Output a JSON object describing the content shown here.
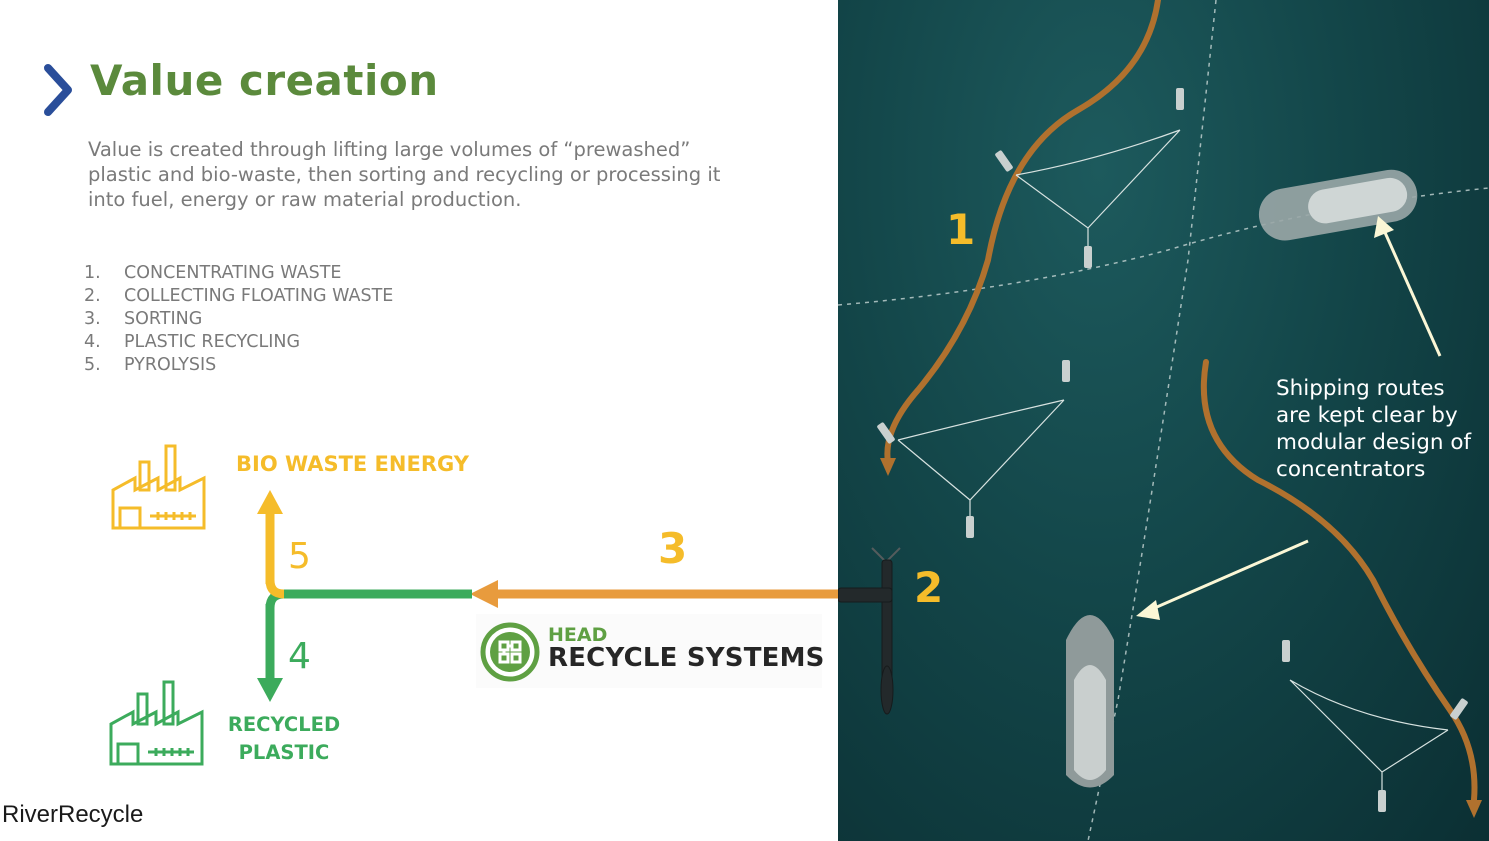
{
  "slide": {
    "title": "Value creation",
    "intro": "Value is created through lifting large volumes of “prewashed” plastic and bio-waste, then sorting and recycling or processing it into fuel, energy or raw material production.",
    "steps": [
      {
        "num": "1.",
        "label": "CONCENTRATING  WASTE"
      },
      {
        "num": "2.",
        "label": "COLLECTING FLOATING WASTE"
      },
      {
        "num": "3.",
        "label": "SORTING"
      },
      {
        "num": "4.",
        "label": "PLASTIC RECYCLING"
      },
      {
        "num": "5.",
        "label": "PYROLYSIS"
      }
    ],
    "footer_brand": "RiverRecycle"
  },
  "diagram": {
    "bio_label": "BIO WASTE ENERGY",
    "recycled_label_line1": "RECYCLED",
    "recycled_label_line2": "PLASTIC",
    "step_5": "5",
    "step_4": "4",
    "step_3": "3",
    "logo_head": "HEAD",
    "logo_recycle": "RECYCLE SYSTEMS",
    "colors": {
      "yellow": "#f5bc2a",
      "orange": "#e89b3d",
      "green": "#3cab5c",
      "title_green": "#5b8a3c",
      "chevron_blue": "#2a4e9a"
    }
  },
  "map": {
    "step_1": "1",
    "step_2": "2",
    "ship_note": "Shipping routes are kept clear by modular design of concentrators"
  }
}
